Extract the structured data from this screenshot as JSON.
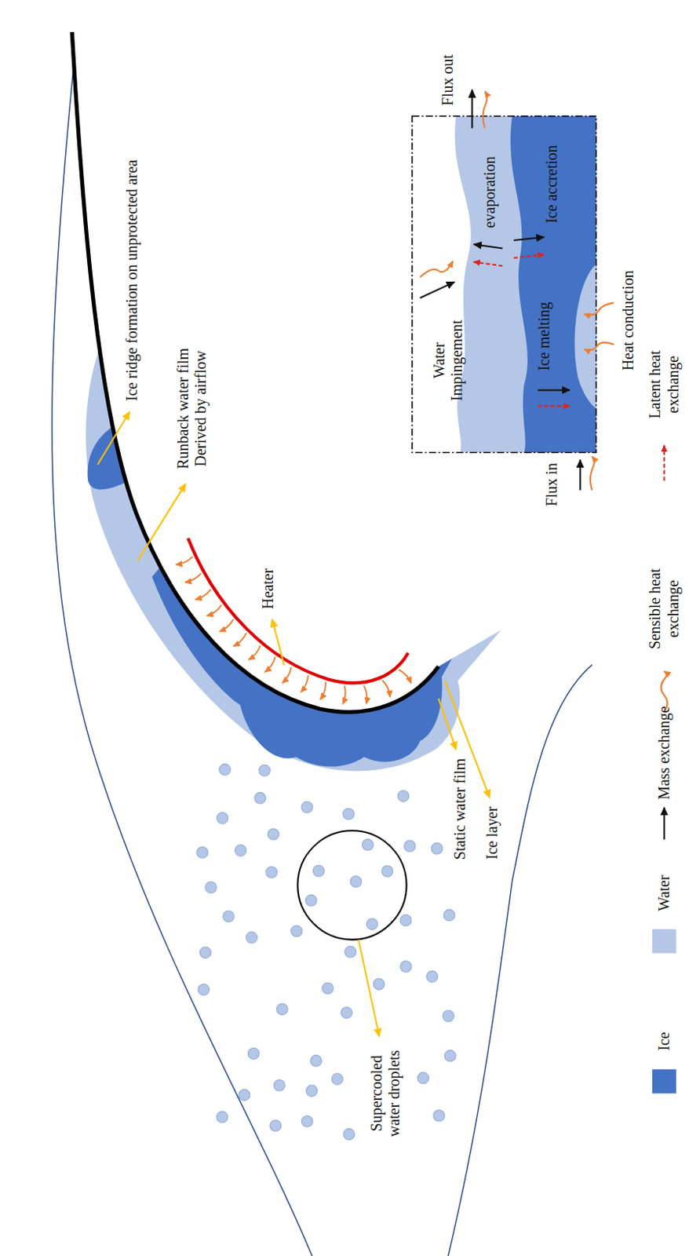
{
  "diagram": {
    "labels": [
      "Ice ridge formation on unprotected area",
      "Runback water film Derived by airflow",
      "Heater",
      "Flux out",
      "evaporation",
      "Ice accretion",
      "Water Impingement",
      "Ice melting",
      "Heat conduction",
      "Flux in",
      "Static water film",
      "Ice layer",
      "Supercooled water droplets"
    ],
    "legend": [
      {
        "text": "Ice",
        "color": "#4472c4"
      },
      {
        "text": "Water",
        "color": "#b4c7e7"
      },
      {
        "text": "Mass exchange"
      },
      {
        "text": "Sensible heat exchange"
      },
      {
        "text": "Latent heat exchange"
      }
    ]
  }
}
